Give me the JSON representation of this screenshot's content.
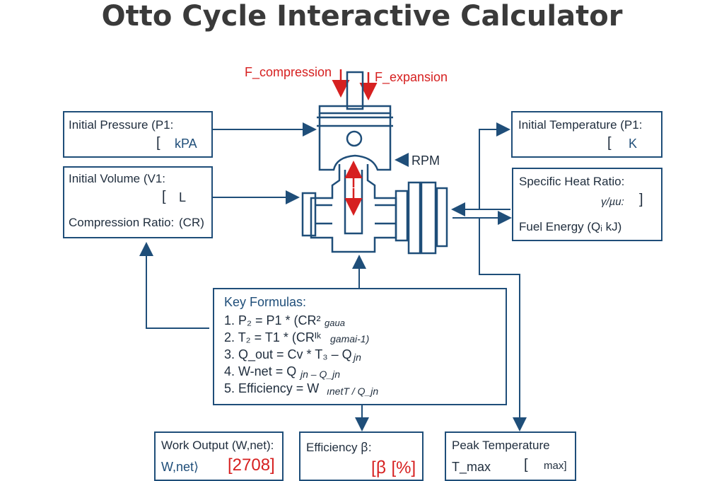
{
  "title": "Otto Cycle Interactive Calculator",
  "engine": {
    "f_compression": "F_compression",
    "f_expansion": "F_expansion",
    "rpm": "RPM"
  },
  "inputs": {
    "pressure_label": "Initial Pressure (P1:",
    "pressure_bracket": "[",
    "pressure_unit": "kPA",
    "volume_label": "Initial Volume (V1:",
    "volume_bracket": "[",
    "volume_unit": "L",
    "compression_label": "Compression Ratio:",
    "compression_unit": "(CR)",
    "temperature_label": "Initial Temperature (P1:",
    "temperature_bracket": "[",
    "temperature_unit": "K",
    "heat_ratio_label": "Specific Heat Ratio:",
    "heat_ratio_value": "γ/µu:",
    "heat_ratio_bracket": "]",
    "fuel_energy_label": "Fuel Energy (Qᵢ kJ)"
  },
  "formulas": {
    "title": "Key Formulas:",
    "items": [
      "1. P₂ = P1 * (CR²",
      "2. T₂ = T1 * (CRᴵᵏ",
      "3. Q_out = Cv * T₃ – Q",
      "4. W-net = Q",
      "5. Efficiency = W"
    ],
    "subs": [
      "gaua",
      "gamai-1)",
      "jn",
      "jn – Q_jn",
      "ınetT / Q_jn"
    ]
  },
  "outputs": {
    "work_label": "Work Output (W,net):",
    "work_sub": "W,net⟩",
    "work_value": "[2708]",
    "efficiency_label": "Efficiency ꞵ:",
    "efficiency_value": "[ꞵ [%]",
    "peak_label": "Peak Temperature",
    "peak_sub": "T_max",
    "peak_bracket": "[",
    "peak_value": "max]"
  },
  "colors": {
    "accent": "#1f4e79",
    "highlight": "#d62020",
    "title": "#3a3a3a"
  }
}
